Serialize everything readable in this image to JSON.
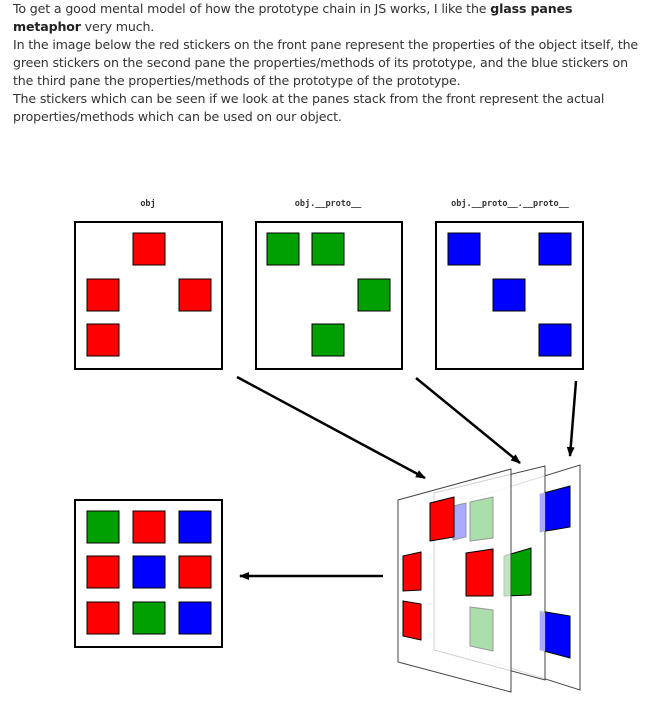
{
  "paragraphs": {
    "p1_before": "To get a good mental model of how the prototype chain in JS works, I like the ",
    "p1_bold": "glass panes metaphor",
    "p1_after": " very much.",
    "p2": "In the image below the red stickers on the front pane represent the properties of the object itself, the green stickers on the second pane the properties/methods of its prototype, and the blue stickers on the third pane the properties/methods of the prototype of the prototype.",
    "p3": "The stickers which can be seen if we look at the panes stack from the front represent the actual properties/methods which can be used on our object."
  },
  "diagram": {
    "labels": {
      "obj": "obj",
      "proto": "obj.__proto__",
      "proto_proto": "obj.__proto__.__proto__"
    },
    "colors": {
      "red": "#ff0000",
      "green": "#00a000",
      "blue": "#0000ff",
      "light_green": "#aadeaa",
      "light_blue": "#aaaaff",
      "pane_border": "#000000"
    }
  }
}
